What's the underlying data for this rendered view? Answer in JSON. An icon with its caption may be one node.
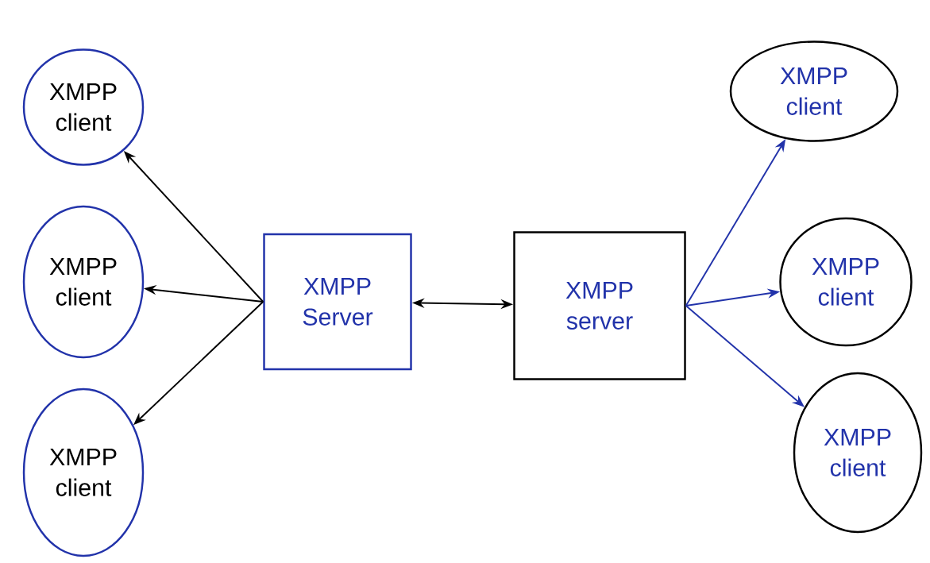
{
  "diagram": {
    "nodes": [
      {
        "text": [
          "XMPP client"
        ]
      },
      {
        "text": [
          "XMPP client"
        ]
      },
      {
        "text": [
          "XMPP client"
        ]
      },
      {
        "text": [
          "XMPP Server"
        ]
      },
      {
        "text": [
          "XMPP server"
        ]
      },
      {
        "text": [
          "XMPP client"
        ]
      },
      {
        "text": [
          "XMPP client"
        ]
      },
      {
        "text": [
          "XMPP client"
        ]
      }
    ],
    "edges": [
      {
        "from": 3,
        "to": 0,
        "arrow": "to"
      },
      {
        "from": 3,
        "to": 1,
        "arrow": "to"
      },
      {
        "from": 3,
        "to": 2,
        "arrow": "to"
      },
      {
        "from": 3,
        "to": 4,
        "arrow": "both"
      },
      {
        "from": 4,
        "to": 5,
        "arrow": "to",
        "color": "#2233aa"
      },
      {
        "from": 4,
        "to": 6,
        "arrow": "to",
        "color": "#2233aa"
      },
      {
        "from": 4,
        "to": 7,
        "arrow": "to",
        "color": "#2233aa"
      }
    ]
  }
}
